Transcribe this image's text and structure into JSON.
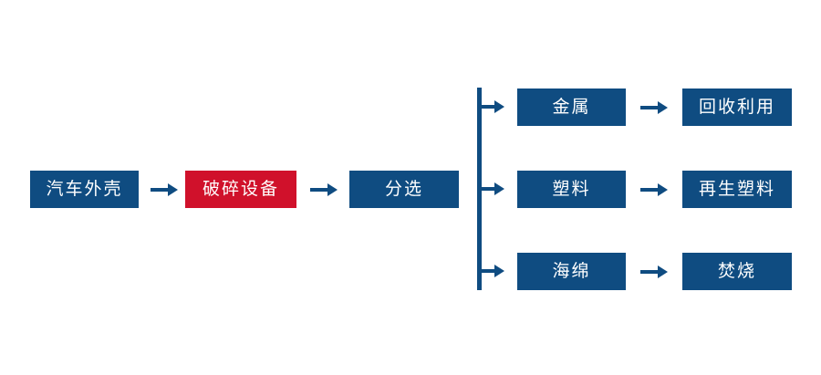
{
  "diagram": {
    "title_text": "",
    "background_color": "#FFFFFF",
    "colors": {
      "primary_blue": "#0F4C81",
      "accent_red": "#D0112B",
      "node_text": "#FFFFFF"
    },
    "main_flow": [
      {
        "id": "car-shell",
        "label": "汽车外壳",
        "style": "blue"
      },
      {
        "id": "crushing-equipment",
        "label": "破碎设备",
        "style": "red"
      },
      {
        "id": "sorting",
        "label": "分选",
        "style": "blue"
      }
    ],
    "branches": [
      {
        "id": "metal",
        "material": {
          "id": "metal-material",
          "label": "金属",
          "style": "blue"
        },
        "outcome": {
          "id": "metal-outcome",
          "label": "回收利用",
          "style": "blue"
        }
      },
      {
        "id": "plastic",
        "material": {
          "id": "plastic-material",
          "label": "塑料",
          "style": "blue"
        },
        "outcome": {
          "id": "plastic-outcome",
          "label": "再生塑料",
          "style": "blue"
        }
      },
      {
        "id": "sponge",
        "material": {
          "id": "sponge-material",
          "label": "海绵",
          "style": "blue"
        },
        "outcome": {
          "id": "sponge-outcome",
          "label": "焚烧",
          "style": "blue"
        }
      }
    ],
    "connectors": {
      "arrow_icon_name": "arrow-right-icon",
      "bus_name": "vertical-branch-bus",
      "arrow_color": "#0F4C81"
    }
  }
}
